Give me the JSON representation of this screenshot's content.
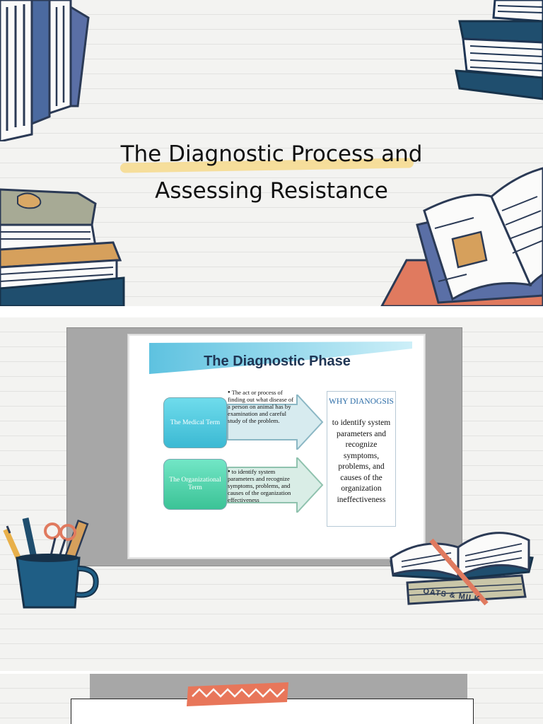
{
  "slide1": {
    "title_line1": "The Diagnostic Process and",
    "title_line2": "Assessing Resistance"
  },
  "slide2": {
    "phase_title": "The Diagnostic Phase",
    "medical_term": "The Medical Term",
    "medical_definition": "The act or process of finding out what disease of a person on animal has by examination and careful study of the problem.",
    "organizational_term": "The Organizational Term",
    "organizational_definition": "to identify system parameters and recognize symptoms, problems, and causes of the organization effectiveness",
    "why_title": "WHY DIANOGSIS",
    "why_text": "to identify system parameters and recognize symptoms, problems, and causes of the organization ineffectiveness",
    "book_label": "OATS & MILK"
  },
  "colors": {
    "background": "#f3f3f1",
    "navy": "#1f4e6e",
    "coral": "#e07a5f",
    "highlight": "#f6d98c",
    "frame_gray": "#a7a7a7"
  }
}
